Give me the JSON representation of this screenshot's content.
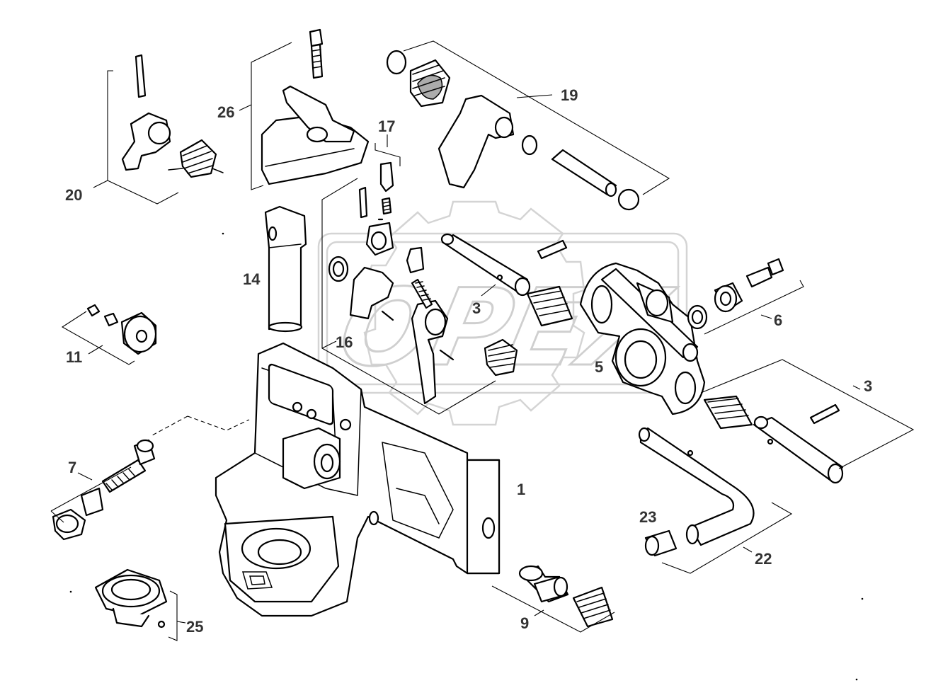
{
  "diagram": {
    "watermark": "OPEX",
    "colors": {
      "ink": "#000000",
      "label": "#333333",
      "watermark": "#d4d4d4",
      "background": "#ffffff"
    },
    "callouts": [
      {
        "id": "20",
        "label": "20"
      },
      {
        "id": "26",
        "label": "26"
      },
      {
        "id": "17",
        "label": "17"
      },
      {
        "id": "19",
        "label": "19"
      },
      {
        "id": "14",
        "label": "14"
      },
      {
        "id": "11",
        "label": "11"
      },
      {
        "id": "16",
        "label": "16"
      },
      {
        "id": "3a",
        "label": "3"
      },
      {
        "id": "5",
        "label": "5"
      },
      {
        "id": "6",
        "label": "6"
      },
      {
        "id": "3b",
        "label": "3"
      },
      {
        "id": "7",
        "label": "7"
      },
      {
        "id": "1",
        "label": "1"
      },
      {
        "id": "23",
        "label": "23"
      },
      {
        "id": "22",
        "label": "22"
      },
      {
        "id": "9",
        "label": "9"
      },
      {
        "id": "25",
        "label": "25"
      }
    ]
  }
}
